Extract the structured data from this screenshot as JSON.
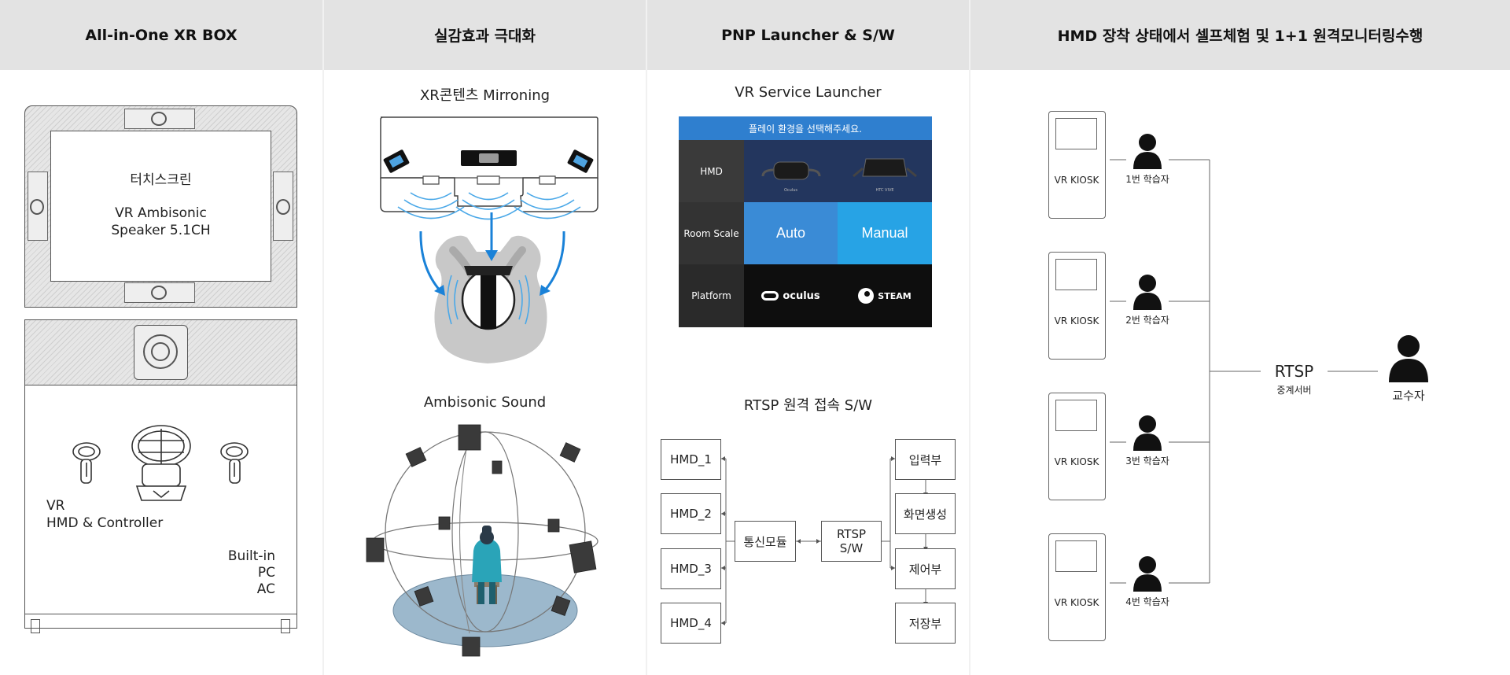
{
  "headers": [
    {
      "label": "All-in-One XR BOX"
    },
    {
      "label": "실감효과 극대화"
    },
    {
      "label": "PNP Launcher & S/W"
    },
    {
      "label": "HMD 장착 상태에서 셀프체험 및 1+1 원격모니터링수행"
    }
  ],
  "xrbox": {
    "screen_title": "터치스크린",
    "speaker_line1": "VR Ambisonic",
    "speaker_line2": "Speaker 5.1CH",
    "vr_line1": "VR",
    "vr_line2": "HMD & Controller",
    "builtin_line1": "Built-in",
    "builtin_line2": "PC",
    "builtin_line3": "AC"
  },
  "effects": {
    "mirroring_title": "XR콘텐츠 Mirroning",
    "ambisonic_title": "Ambisonic Sound"
  },
  "launcher": {
    "title": "VR Service Launcher",
    "banner": "플레이 환경을 선택해주세요.",
    "row_hmd": "HMD",
    "row_room": "Room Scale",
    "row_platform": "Platform",
    "hmd_left_caption": "Oculus",
    "hmd_right_caption": "HTC VIVE",
    "auto": "Auto",
    "manual": "Manual",
    "oculus": "oculus",
    "steam": "STEAM",
    "colors": {
      "banner": "#2f7fcf",
      "dark": "#3a3a3a",
      "navy": "#23365e",
      "auto": "#3a8bd6",
      "manual": "#27a3e5",
      "black": "#0e0e0e"
    }
  },
  "rtsp_sw": {
    "title": "RTSP 원격 접속 S/W",
    "hmds": [
      "HMD_1",
      "HMD_2",
      "HMD_3",
      "HMD_4"
    ],
    "comm": "통신모듈",
    "rtsp_line1": "RTSP",
    "rtsp_line2": "S/W",
    "modules": [
      "입력부",
      "화면생성",
      "제어부",
      "저장부"
    ]
  },
  "monitoring": {
    "kiosks": [
      {
        "label": "VR KIOSK",
        "learner": "1번 학습자"
      },
      {
        "label": "VR KIOSK",
        "learner": "2번 학습자"
      },
      {
        "label": "VR KIOSK",
        "learner": "3번 학습자"
      },
      {
        "label": "VR KIOSK",
        "learner": "4번 학습자"
      }
    ],
    "rtsp": "RTSP",
    "relay": "중계서버",
    "professor": "교수자"
  }
}
